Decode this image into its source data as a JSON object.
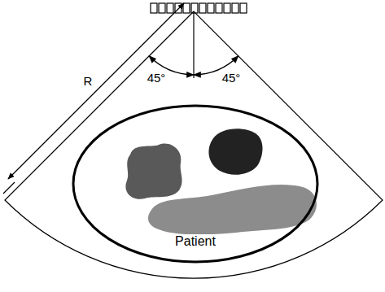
{
  "diagram": {
    "nodes": [
      {
        "text": [
          "Patient"
        ]
      }
    ],
    "labels": [
      "45°",
      "45°",
      "R"
    ]
  }
}
